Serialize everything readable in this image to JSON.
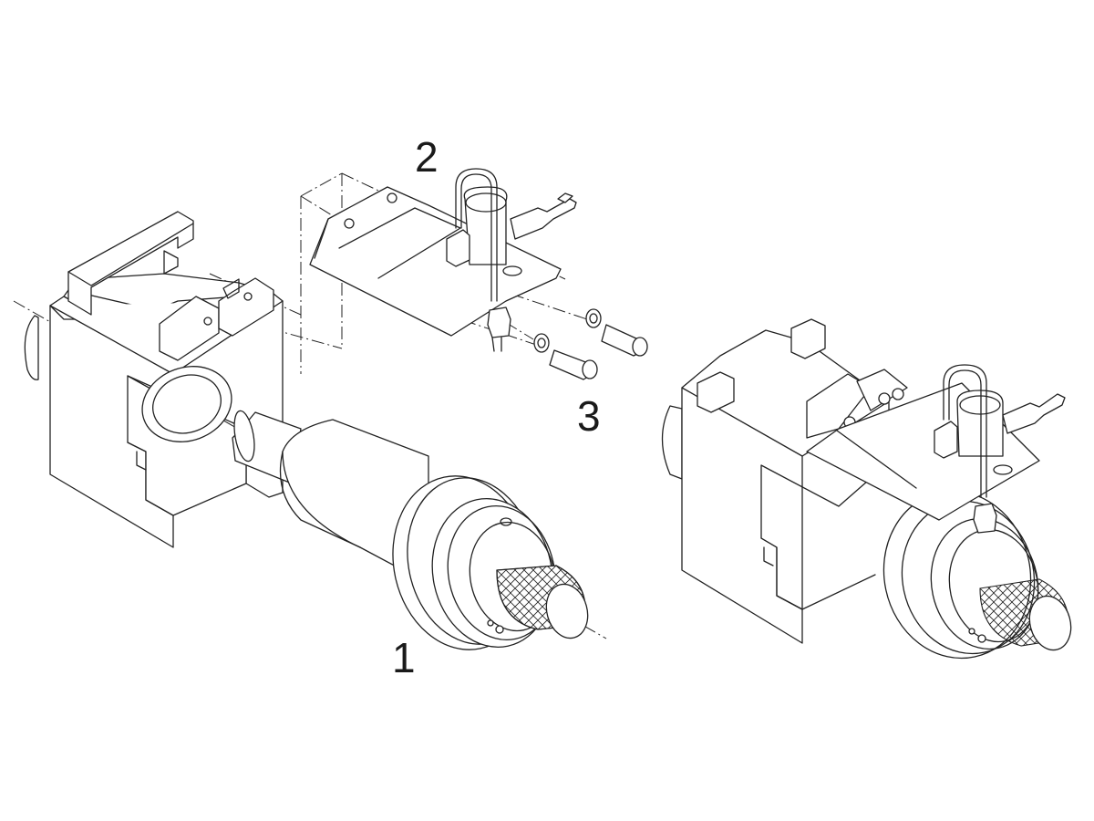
{
  "diagram": {
    "callouts": [
      {
        "id": "callout-1",
        "text": "1"
      },
      {
        "id": "callout-2",
        "text": "2"
      },
      {
        "id": "callout-3",
        "text": "3"
      }
    ],
    "colors": {
      "line": "#222222",
      "background": "#ffffff"
    }
  }
}
